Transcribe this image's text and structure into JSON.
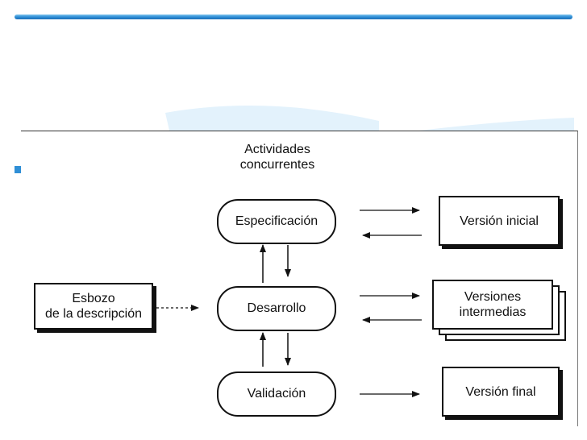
{
  "diagram": {
    "header": "Actividades concurrentes",
    "header_line1": "Actividades",
    "header_line2": "concurrentes",
    "outline": {
      "line1": "Esbozo",
      "line2": "de la descripción"
    },
    "activities": {
      "specification": "Especificación",
      "development": "Desarrollo",
      "validation": "Validación"
    },
    "outputs": {
      "initial": "Versión inicial",
      "intermediate_line1": "Versiones",
      "intermediate_line2": "intermedias",
      "final": "Versión final"
    }
  },
  "colors": {
    "accent_bar": "#2f8fd6",
    "ink": "#111111"
  }
}
